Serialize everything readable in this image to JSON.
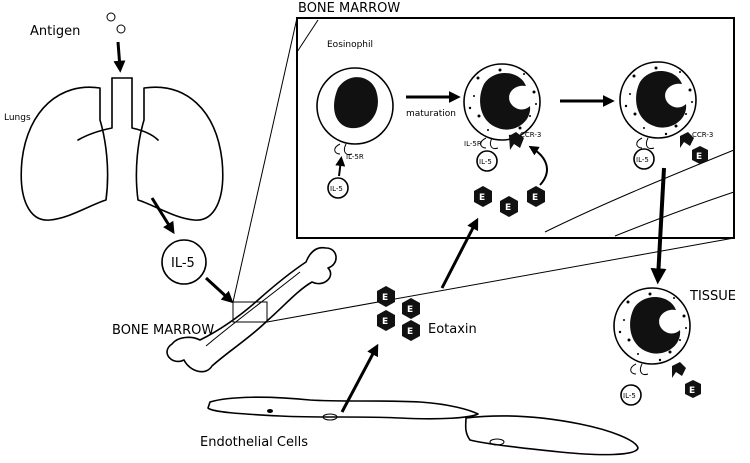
{
  "labels": {
    "antigen": "Antigen",
    "lungs": "Lungs",
    "il5": "IL-5",
    "bone_marrow_left": "BONE MARROW",
    "bone_marrow_inset": "BONE MARROW",
    "eosinophil": "Eosinophil",
    "maturation": "maturation",
    "il5r_1": "IL-5R",
    "il5r_2": "IL-5R",
    "il5_small_1": "IL-5",
    "il5_small_2": "IL-5",
    "il5_small_3": "IL-5",
    "il5_small_4": "IL-5",
    "ccr3_1": "CCR-3",
    "ccr3_2": "CCR-3",
    "eotaxin": "Eotaxin",
    "tissue": "TISSUE",
    "endothelial": "Endothelial Cells",
    "e": "E"
  },
  "colors": {
    "ink": "#000000",
    "background": "#ffffff"
  }
}
